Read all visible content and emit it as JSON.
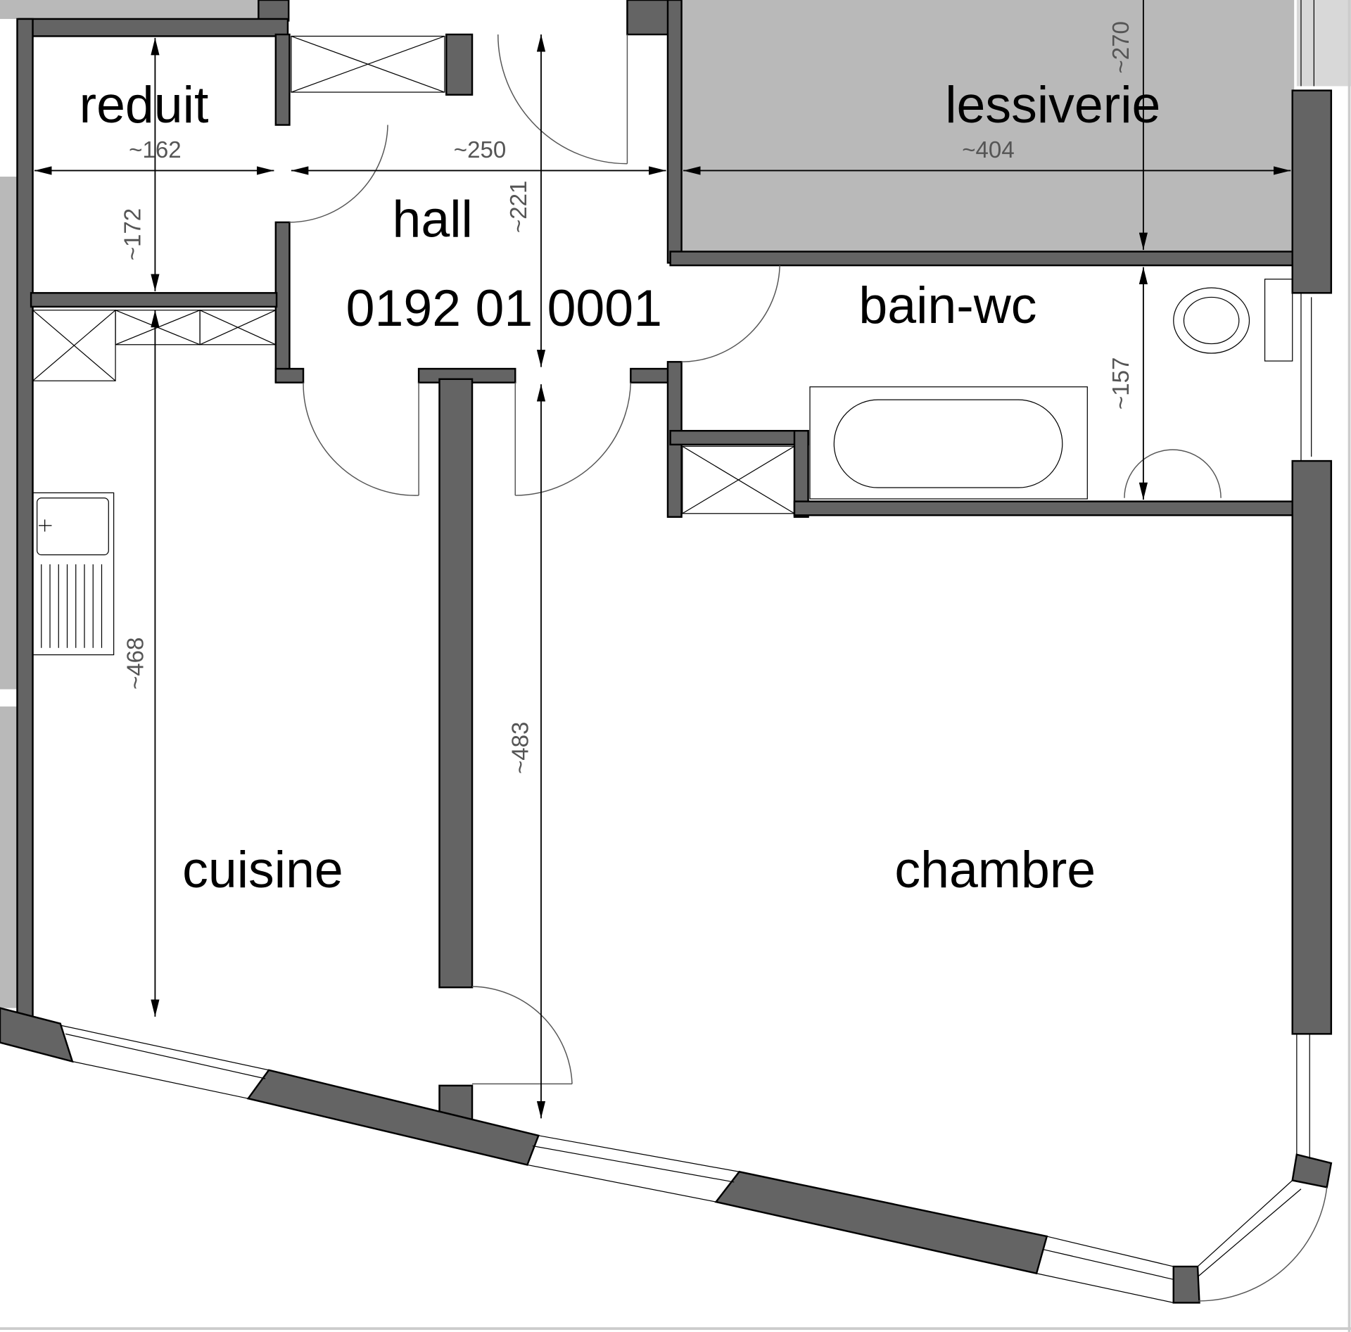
{
  "rooms": {
    "reduit": "reduit",
    "lessiverie": "lessiverie",
    "hall": "hall",
    "unit_code": "0192 01 0001",
    "bain_wc": "bain-wc",
    "cuisine": "cuisine",
    "chambre": "chambre"
  },
  "dimensions": {
    "reduit_width": "~162",
    "hall_width": "~250",
    "lessiverie_width": "~404",
    "lessiverie_height": "~270",
    "reduit_height": "~172",
    "hall_height": "~221",
    "bain_height": "~157",
    "cuisine_height": "~468",
    "chambre_height": "~483"
  },
  "colors": {
    "wall": "#646464",
    "shaded_room": "#b9b9b9",
    "floor": "#ffffff",
    "line": "#000000"
  }
}
